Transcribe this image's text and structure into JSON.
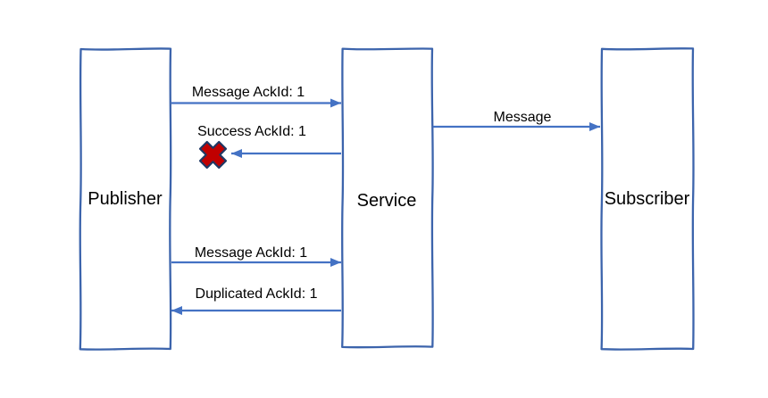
{
  "diagram": {
    "type": "sequence-diagram",
    "actors": [
      {
        "label": "Publisher"
      },
      {
        "label": "Service"
      },
      {
        "label": "Subscriber"
      }
    ],
    "messages": [
      {
        "label": "Message AckId: 1",
        "from": "Publisher",
        "to": "Service"
      },
      {
        "label": "Success AckId: 1",
        "from": "Service",
        "to": "Publisher",
        "icon": "red-cross-icon"
      },
      {
        "label": "Message",
        "from": "Service",
        "to": "Subscriber"
      },
      {
        "label": "Message AckId: 1",
        "from": "Publisher",
        "to": "Service"
      },
      {
        "label": "Duplicated AckId: 1",
        "from": "Service",
        "to": "Publisher"
      }
    ],
    "colors": {
      "arrow": "#4472C4",
      "box_border": "#3C64AC",
      "box_fill": "#FFFFFF",
      "text": "#000000",
      "cross_fill": "#C00000",
      "cross_border": "#1F3864",
      "background": "#FFFFFF"
    }
  }
}
